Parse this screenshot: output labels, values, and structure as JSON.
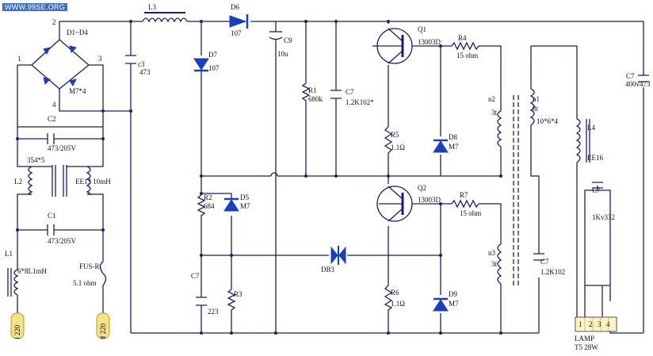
{
  "watermark": "WWW.99SE.ORG",
  "labels": {
    "d1d4": "D1~D4",
    "d1d4_type": "M7*4",
    "node1": "1",
    "node2": "2",
    "node3": "3",
    "node4": "4",
    "c2": "C2",
    "c2_val": "473/205V",
    "l2": "L2",
    "l2_turns": "354*5",
    "l2_core": "EE13 10mH",
    "c1": "C1",
    "c1_val": "473/205V",
    "l1": "L1",
    "l1_val": "6*8L1mH",
    "fus": "FUS-R",
    "fus_val": "5.1 ohm",
    "in1": "Ⅰ 220",
    "in2": "Ⅱ 220",
    "c3": "c3",
    "c3_val": "473",
    "l3": "L3",
    "d6": "D6",
    "d6_type": "107",
    "d7": "D7",
    "d7_type": "107",
    "c9": "C9",
    "c9_val": "10u",
    "r1": "R1",
    "r1_val": "680k",
    "c7a": "C7",
    "c7a_val": "1.2K102*",
    "r2": "R2",
    "r2_val": "684",
    "d5": "D5",
    "d5_type": "M7",
    "c7b": "C7",
    "c7b_val": "223",
    "r3": "R3",
    "db3": "DB3",
    "q1": "Q1",
    "q1_type": "13003D",
    "q2": "Q2",
    "q2_type": "13003D",
    "r4": "R4",
    "r4_val": "15 ohm",
    "r7": "R7",
    "r7_val": "15 ohm",
    "r5": "R5",
    "r5_val": "1.1Ω",
    "r6": "R6",
    "r6_val": "1.1Ω",
    "d8": "D8",
    "d8_type": "M7",
    "d9": "D9",
    "d9_type": "M7",
    "n2": "n2",
    "n2_val": "3t",
    "n1": "n1",
    "n1_val": "8t",
    "n3": "n3",
    "n3_val": "3t",
    "t_core": "10*6*4",
    "c7c": "C7",
    "c7c_val": "1.2K102",
    "l4": "L4",
    "l4_core": "EE16",
    "c7d": "C7",
    "c7d_val": "400v473",
    "c7e": "C7",
    "c7e_val": "1Kv332",
    "lamp": "LAMP",
    "lamp_type": "T5 28W",
    "pin1": "1",
    "pin2": "2",
    "pin3": "3",
    "pin4": "4"
  }
}
